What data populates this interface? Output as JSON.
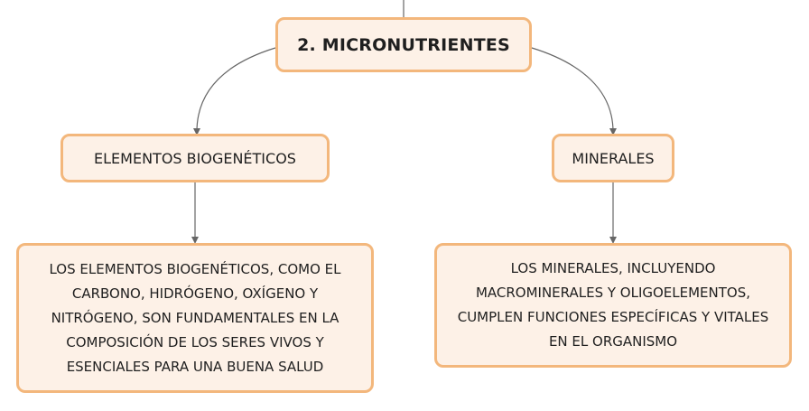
{
  "root": {
    "label": "2. MICRONUTRIENTES"
  },
  "branches": [
    {
      "label": "ELEMENTOS BIOGENÉTICOS",
      "description": "LOS ELEMENTOS BIOGENÉTICOS, COMO EL CARBONO, HIDRÓGENO, OXÍGENO Y NITRÓGENO, SON FUNDAMENTALES EN LA COMPOSICIÓN DE LOS SERES VIVOS Y ESENCIALES PARA UNA BUENA SALUD"
    },
    {
      "label": "MINERALES",
      "description": "LOS MINERALES, INCLUYENDO MACROMINERALES Y OLIGOELEMENTOS, CUMPLEN FUNCIONES ESPECÍFICAS Y VITALES EN EL ORGANISMO"
    }
  ],
  "colors": {
    "node_fill": "#fdf1e7",
    "node_border": "#f3b77c",
    "connector": "#666666"
  }
}
